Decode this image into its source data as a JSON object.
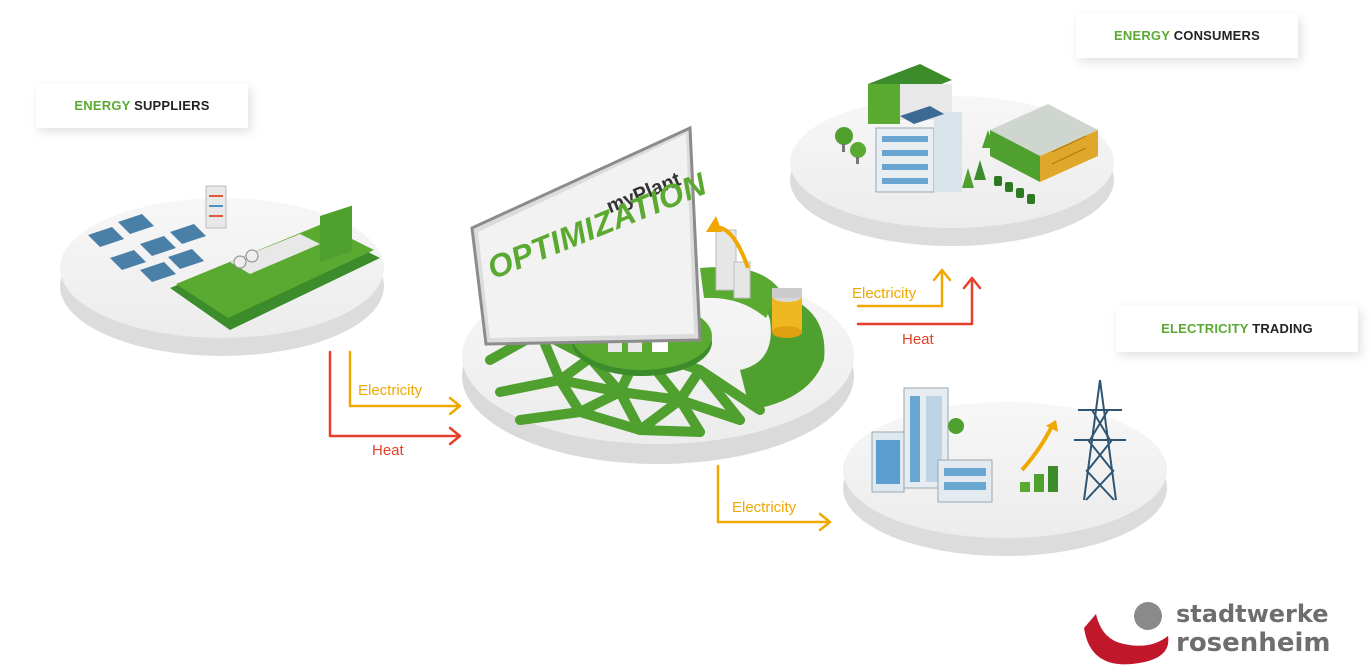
{
  "callouts": {
    "suppliers": {
      "accent": "ENERGY",
      "rest": "SUPPLIERS"
    },
    "consumers": {
      "accent": "ENERGY",
      "rest": "CONSUMERS"
    },
    "trading": {
      "accent": "ELECTRICITY",
      "rest": "TRADING"
    }
  },
  "center": {
    "line1": "myPlant",
    "line2": "OPTIMIZATION"
  },
  "flows": {
    "suppliers_electricity": "Electricity",
    "suppliers_heat": "Heat",
    "consumers_electricity": "Electricity",
    "consumers_heat": "Heat",
    "trading_electricity": "Electricity"
  },
  "logo": {
    "line1": "stadtwerke",
    "line2": "rosenheim"
  },
  "colors": {
    "green": "#5aaa32",
    "dark_green": "#3d8c2b",
    "electricity": "#f0a800",
    "heat": "#e6402a",
    "logo_red": "#c0172b",
    "logo_grey": "#6e6e6e"
  }
}
